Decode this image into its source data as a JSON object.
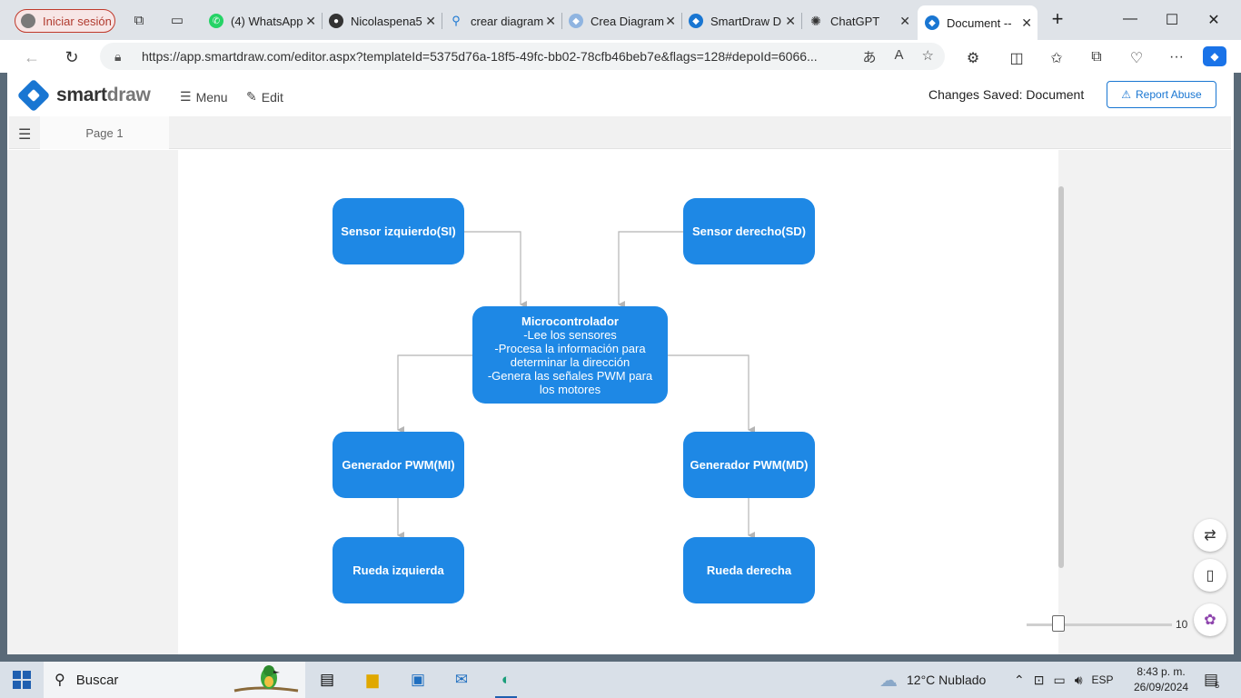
{
  "browser": {
    "profile_label": "Iniciar sesión",
    "tabs": [
      {
        "label": "(4) WhatsApp"
      },
      {
        "label": "Nicolaspena5"
      },
      {
        "label": "crear diagram"
      },
      {
        "label": "Crea Diagram"
      },
      {
        "label": "SmartDraw D"
      },
      {
        "label": "ChatGPT"
      },
      {
        "label": "Document --"
      }
    ],
    "url": "https://app.smartdraw.com/editor.aspx?templateId=5375d76a-18f5-49fc-bb02-78cfb46beb7e&flags=128#depoId=6066..."
  },
  "app": {
    "logo_smart": "smart",
    "logo_draw": "draw",
    "menu_label": "Menu",
    "edit_label": "Edit",
    "status": "Changes Saved: Document",
    "report_label": "Report Abuse",
    "page_tab": "Page 1",
    "zoom_label": "10"
  },
  "diagram": {
    "sensor_left": "Sensor izquierdo(SI)",
    "sensor_right": "Sensor derecho(SD)",
    "micro_lines": [
      "Microcontrolador",
      "-Lee los sensores",
      "-Procesa la información para",
      "determinar la dirección",
      "-Genera las señales PWM para",
      "los motores"
    ],
    "pwm_left": "Generador PWM(MI)",
    "pwm_right": "Generador PWM(MD)",
    "wheel_left": "Rueda izquierda",
    "wheel_right": "Rueda derecha"
  },
  "taskbar": {
    "search_label": "Buscar",
    "weather": "12°C  Nublado",
    "lang": "ESP",
    "time": "8:43 p. m.",
    "date": "26/09/2024",
    "notif_count": "5"
  },
  "colors": {
    "node_fill": "#1e88e5",
    "accent": "#1976d2",
    "connector": "#b5b5b5"
  }
}
